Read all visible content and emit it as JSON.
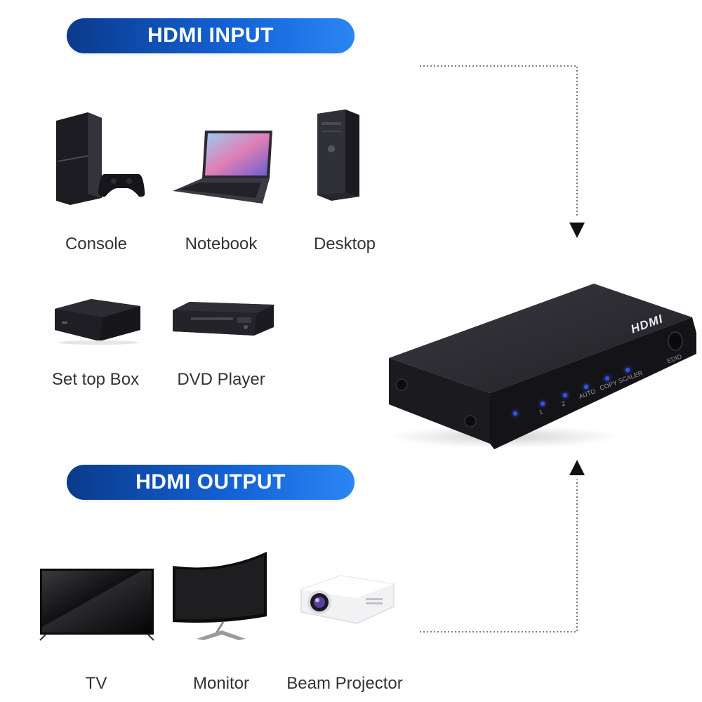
{
  "input_section": {
    "title": "HDMI INPUT",
    "devices": [
      {
        "label": "Console",
        "icon": "game-console-icon"
      },
      {
        "label": "Notebook",
        "icon": "notebook-icon"
      },
      {
        "label": "Desktop",
        "icon": "desktop-tower-icon"
      },
      {
        "label": "Set top Box",
        "icon": "set-top-box-icon"
      },
      {
        "label": "DVD Player",
        "icon": "dvd-player-icon"
      }
    ]
  },
  "output_section": {
    "title": "HDMI OUTPUT",
    "devices": [
      {
        "label": "TV",
        "icon": "tv-icon"
      },
      {
        "label": "Monitor",
        "icon": "monitor-icon"
      },
      {
        "label": "Beam Projector",
        "icon": "projector-icon"
      }
    ]
  },
  "splitter": {
    "brand_logo": "HDMI",
    "led_labels": [
      "1",
      "2",
      "AUTO",
      "COPY",
      "SCALER"
    ],
    "button_label": "EDID",
    "led_color": "#2f55ff"
  },
  "colors": {
    "pill_gradient_start": "#0b3a8c",
    "pill_gradient_end": "#2a86f2",
    "text": "#333333"
  }
}
